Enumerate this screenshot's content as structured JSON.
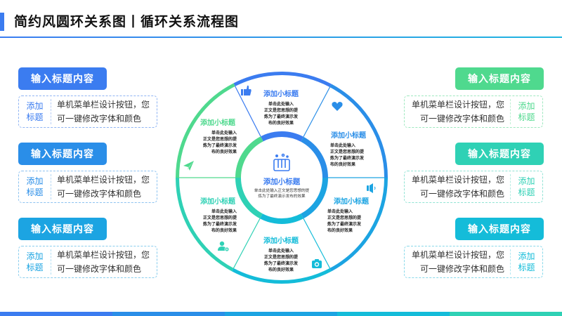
{
  "header": {
    "title": "简约风圆环关系图丨循环关系流程图"
  },
  "colors": {
    "blue": "#3b7cf0",
    "blue2": "#2a8ee8",
    "blue3": "#1ca4e2",
    "cyan": "#14bcd9",
    "teal": "#2fd1b5",
    "green": "#4fd98e",
    "bottom_bar": [
      "#3b7cf0",
      "#2a8ee8",
      "#1ca4e2",
      "#14bcd9",
      "#2fd1b5"
    ]
  },
  "left_items": [
    {
      "tag": "输入标题内容",
      "label": "添加标题",
      "desc": "单机菜单栏设计按钮，您可一键修改字体和颜色",
      "color": "#3b7cf0"
    },
    {
      "tag": "输入标题内容",
      "label": "添加标题",
      "desc": "单机菜单栏设计按钮，您可一键修改字体和颜色",
      "color": "#2a8ee8"
    },
    {
      "tag": "输入标题内容",
      "label": "添加标题",
      "desc": "单机菜单栏设计按钮，您可一键修改字体和颜色",
      "color": "#1ca4e2"
    }
  ],
  "right_items": [
    {
      "tag": "输入标题内容",
      "label": "添加标题",
      "desc": "单机菜单栏设计按钮，您可一键修改字体和颜色",
      "color": "#4fd98e"
    },
    {
      "tag": "输入标题内容",
      "label": "添加标题",
      "desc": "单机菜单栏设计按钮，您可一键修改字体和颜色",
      "color": "#2fd1b5"
    },
    {
      "tag": "输入标题内容",
      "label": "添加标题",
      "desc": "单机菜单栏设计按钮，您可一键修改字体和颜色",
      "color": "#14bcd9"
    }
  ],
  "ring": {
    "center": {
      "icon": "test-tubes-icon",
      "title": "添加小标题",
      "text_lines": [
        "单击此处输入正文是您思想的提",
        "炼为了最终演示发布的效果"
      ]
    },
    "segments": [
      {
        "icon": "thumbs-up-icon",
        "title": "添加小标题",
        "lines": [
          "单击此处输入",
          "正文是您思想的提",
          "炼为了最终演示发",
          "布的良好效果"
        ],
        "color": "#3b7cf0"
      },
      {
        "icon": "heart-icon",
        "title": "添加小标题",
        "lines": [
          "单击此处输入",
          "正文是您思想的提",
          "炼为了最终演示发",
          "布的良好效果"
        ],
        "color": "#2a8ee8"
      },
      {
        "icon": "speaker-icon",
        "title": "添加小标题",
        "lines": [
          "单击此处输入",
          "正文是您思想的提",
          "炼为了最终演示发",
          "布的良好效果"
        ],
        "color": "#1ca4e2"
      },
      {
        "icon": "camera-icon",
        "title": "添加小标题",
        "lines": [
          "单击此处输入",
          "正文是您思想的提",
          "炼为了最终演示发",
          "布的良好效果"
        ],
        "color": "#14bcd9"
      },
      {
        "icon": "add-user-icon",
        "title": "添加小标题",
        "lines": [
          "单击此处输入",
          "正文是您思想的提",
          "炼为了最终演示发",
          "布的良好效果"
        ],
        "color": "#2fd1b5"
      },
      {
        "icon": "paper-plane-icon",
        "title": "添加小标题",
        "lines": [
          "单击此处输入",
          "正文是您思想的提",
          "炼为了最终演示发",
          "布的良好效果"
        ],
        "color": "#4fd98e"
      }
    ]
  }
}
